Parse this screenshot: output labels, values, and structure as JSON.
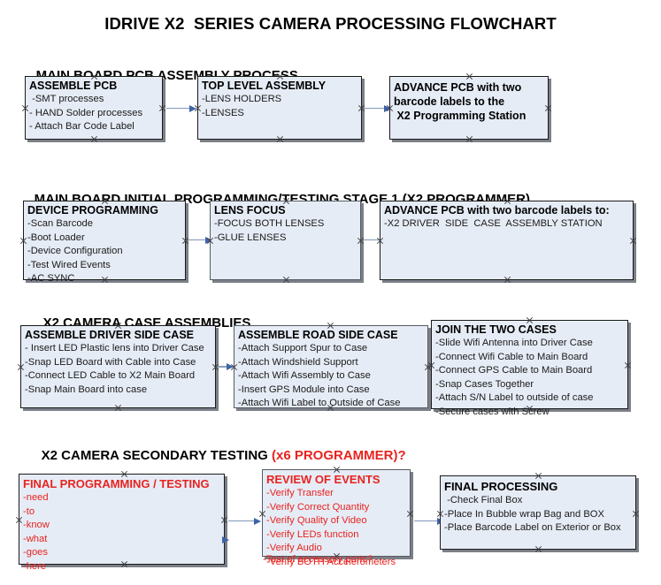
{
  "title": "IDRIVE X2  SERIES CAMERA PROCESSING FLOWCHART",
  "colors": {
    "box_fill": "#e6ecf6",
    "box_border": "#1a1a1a",
    "box_shadow": "#7b7f88",
    "arrow_line": "#8aa0bc",
    "arrow_head": "#3f63a8",
    "text": "#000000",
    "accent_red": "#e8231f"
  },
  "sections": [
    {
      "heading": "MAIN BOARD PCB ASSEMBLY PROCESS",
      "heading_accent": "",
      "nodes": [
        {
          "title": "ASSEMBLE PCB",
          "lines": [
            " -SMT processes",
            "- HAND Solder processes",
            "- Attach Bar Code Label"
          ]
        },
        {
          "title": "TOP LEVEL ASSEMBLY",
          "lines": [
            "-LENS HOLDERS",
            "-LENSES"
          ]
        },
        {
          "title": "ADVANCE PCB with two",
          "lines": [
            "barcode labels to the",
            " X2 Programming Station"
          ]
        }
      ]
    },
    {
      "heading": "MAIN BOARD INITIAL PROGRAMMING/TESTING STAGE 1 (X2 PROGRAMMER)",
      "heading_accent": "",
      "nodes": [
        {
          "title": "DEVICE PROGRAMMING",
          "lines": [
            "-Scan Barcode",
            "-Boot Loader",
            "-Device Configuration",
            "-Test Wired Events",
            "-AC SYNC"
          ]
        },
        {
          "title": "LENS FOCUS",
          "lines": [
            "-FOCUS BOTH LENSES",
            "-GLUE LENSES"
          ]
        },
        {
          "title": "ADVANCE PCB with two barcode labels to:",
          "lines": [
            "-X2 DRIVER  SIDE  CASE  ASSEMBLY STATION"
          ]
        }
      ]
    },
    {
      "heading": "X2 CAMERA CASE ASSEMBLIES",
      "heading_accent": "",
      "nodes": [
        {
          "title": "ASSEMBLE DRIVER SIDE CASE",
          "lines": [
            "- Insert LED Plastic lens into Driver Case",
            "-Snap LED Board with Cable into Case",
            "-Connect LED Cable to X2 Main Board",
            "-Snap Main Board into case"
          ]
        },
        {
          "title": "ASSEMBLE ROAD SIDE CASE",
          "lines": [
            "-Attach Support Spur to Case",
            "-Attach Windshield Support",
            "-Attach Wifi Assembly to Case",
            "-Insert GPS Module into Case",
            "-Attach Wifi Label to Outside of Case"
          ]
        },
        {
          "title": "JOIN THE TWO CASES",
          "lines": [
            "-Slide Wifi Antenna into Driver Case",
            "-Connect Wifi Cable to Main Board",
            "-Connect GPS Cable to Main Board",
            "-Snap Cases Together",
            "-Attach S/N Label to outside of case",
            "-Secure cases with Screw"
          ]
        }
      ]
    },
    {
      "heading": "X2 CAMERA SECONDARY TESTING ",
      "heading_accent": "(x6 PROGRAMMER)?",
      "nodes": [
        {
          "title": "FINAL PROGRAMMING / TESTING",
          "lines": [
            "-need",
            "-to",
            "-know",
            "-what",
            "-goes",
            "-here"
          ]
        },
        {
          "title": "REVIEW OF EVENTS",
          "lines": [
            "-Verify Transfer",
            "-Verify Correct Quantity",
            "-Verify Quality of Video",
            "-Verify LEDs function",
            "-Verify Audio",
            "-Verify BOTH Accelerometers"
          ],
          "overflow_line": "-Test of accessory ports?"
        },
        {
          "title": "FINAL PROCESSING",
          "lines": [
            " -Check Final Box",
            "-Place In Bubble wrap Bag and BOX",
            "-Place Barcode Label on Exterior or Box"
          ]
        }
      ]
    }
  ]
}
